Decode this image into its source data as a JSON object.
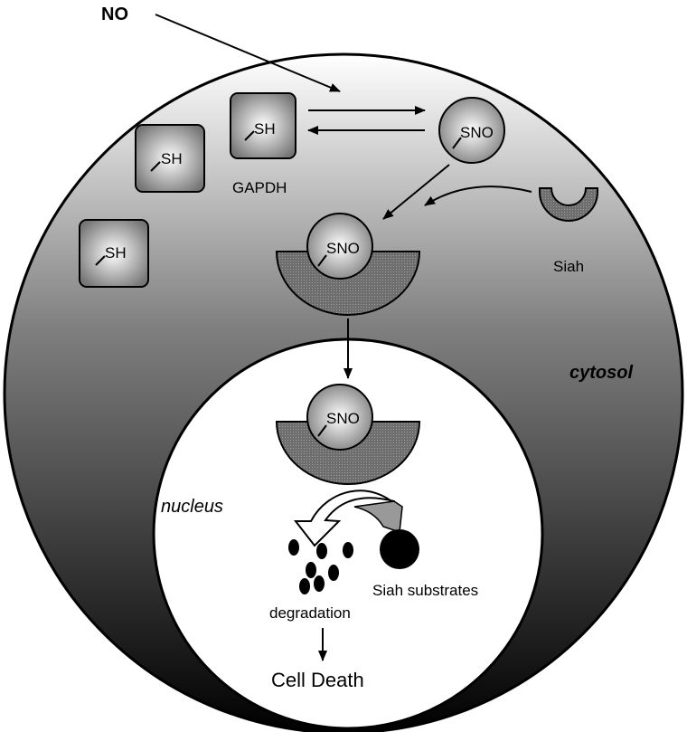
{
  "labels": {
    "no": "NO",
    "sh": "SH",
    "sno": "SNO",
    "gapdh": "GAPDH",
    "siah": "Siah",
    "cytosol": "cytosol",
    "nucleus": "nucleus",
    "siah_substrates": "Siah substrates",
    "degradation": "degradation",
    "cell_death": "Cell Death"
  },
  "colors": {
    "cytosol_gradient": [
      "#ffffff",
      "#808080",
      "#000000"
    ],
    "protein_gradient": [
      "#ffffff",
      "#777777"
    ],
    "siah_fill": "#777777",
    "siah_arrow_fill": "#999999",
    "outline": "#000000"
  }
}
